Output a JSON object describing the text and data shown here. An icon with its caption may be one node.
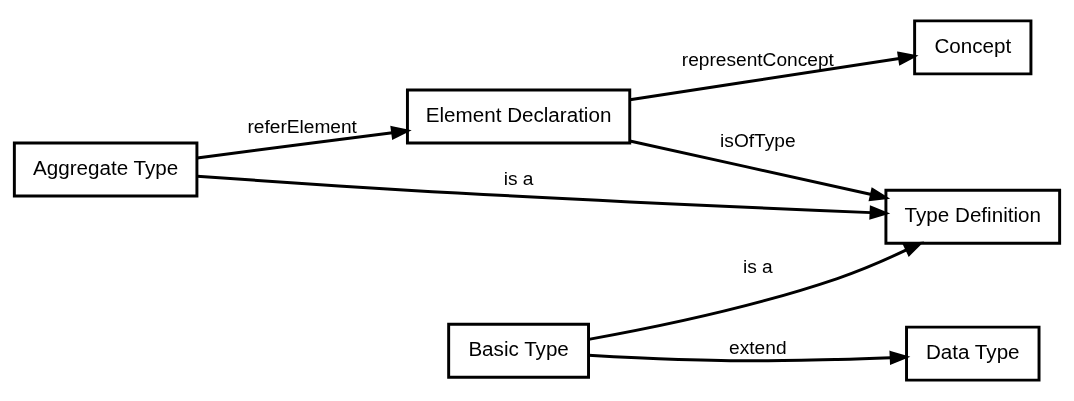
{
  "diagram": {
    "nodes": [
      {
        "text": [
          "Aggregate Type"
        ]
      },
      {
        "text": [
          "Data Type"
        ]
      },
      {
        "text": [
          "Type Definition"
        ]
      },
      {
        "text": [
          "Element Declaration"
        ]
      },
      {
        "text": [
          "Concept"
        ]
      },
      {
        "text": [
          "Basic Type"
        ]
      }
    ],
    "edges": [
      {
        "from": 0,
        "to": 3,
        "arrow": "to",
        "label": "referElement"
      },
      {
        "from": 0,
        "to": 2,
        "arrow": "to",
        "label": "is a"
      },
      {
        "from": 5,
        "to": 2,
        "arrow": "to",
        "label": "is a"
      },
      {
        "from": 5,
        "to": 1,
        "arrow": "to",
        "label": "extend"
      },
      {
        "from": 3,
        "to": 2,
        "arrow": "to",
        "label": "isOfType"
      },
      {
        "from": 3,
        "to": 4,
        "arrow": "to",
        "label": "representConcept"
      }
    ]
  }
}
